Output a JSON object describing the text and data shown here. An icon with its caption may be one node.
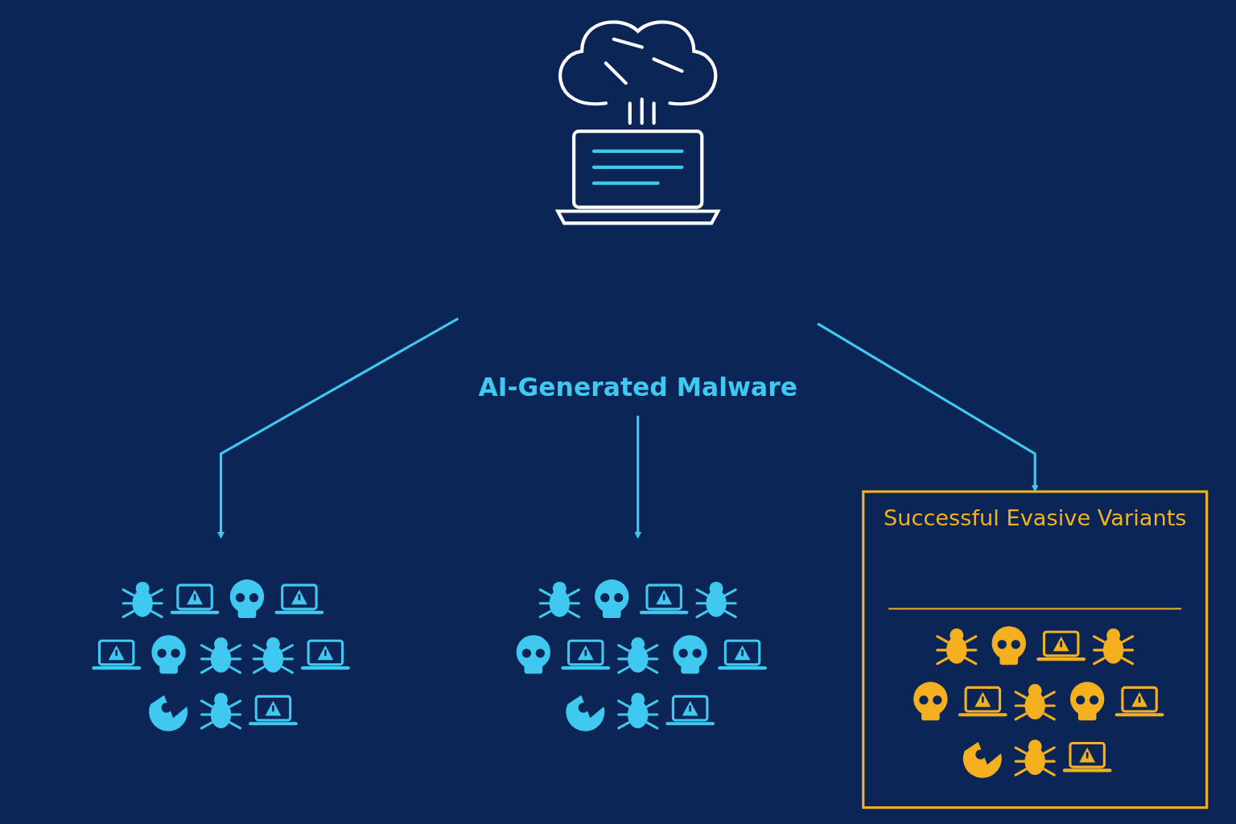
{
  "diagram": {
    "nodes": [
      {
        "text": [
          "AI-Generated Malware"
        ]
      },
      {
        "text": [],
        "shape": "picture"
      },
      {
        "text": [],
        "shape": "picture"
      },
      {
        "text": [
          "Successful Evasive Variants"
        ]
      }
    ],
    "edges": [
      {
        "from": 0,
        "to": 1,
        "arrow": "to"
      },
      {
        "from": 0,
        "to": 2,
        "arrow": "to"
      },
      {
        "from": 0,
        "to": 3,
        "arrow": "to"
      }
    ]
  }
}
